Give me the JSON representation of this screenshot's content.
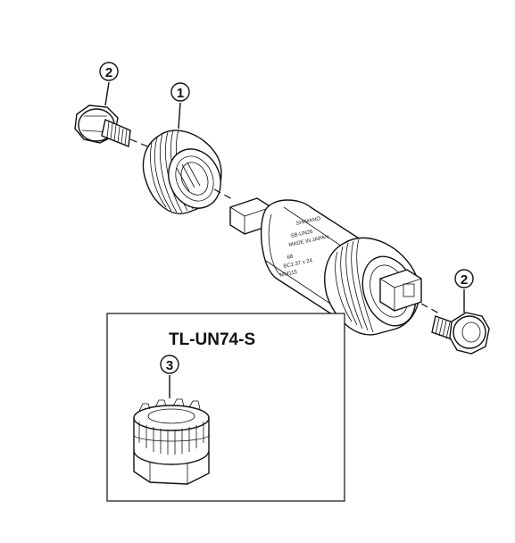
{
  "callouts": [
    {
      "number": "2"
    },
    {
      "number": "1"
    },
    {
      "number": "2"
    },
    {
      "number": "3"
    }
  ],
  "tool": {
    "model": "TL-UN74-S"
  },
  "cartridge_markings": {
    "brand": "SHIMANO",
    "model": "SB-UN26",
    "origin": "MADE IN JAPAN",
    "width": "68",
    "thread": "BC1.37 x 24",
    "axle": "MM115"
  },
  "colors": {
    "line": "#111111",
    "background": "#ffffff"
  }
}
